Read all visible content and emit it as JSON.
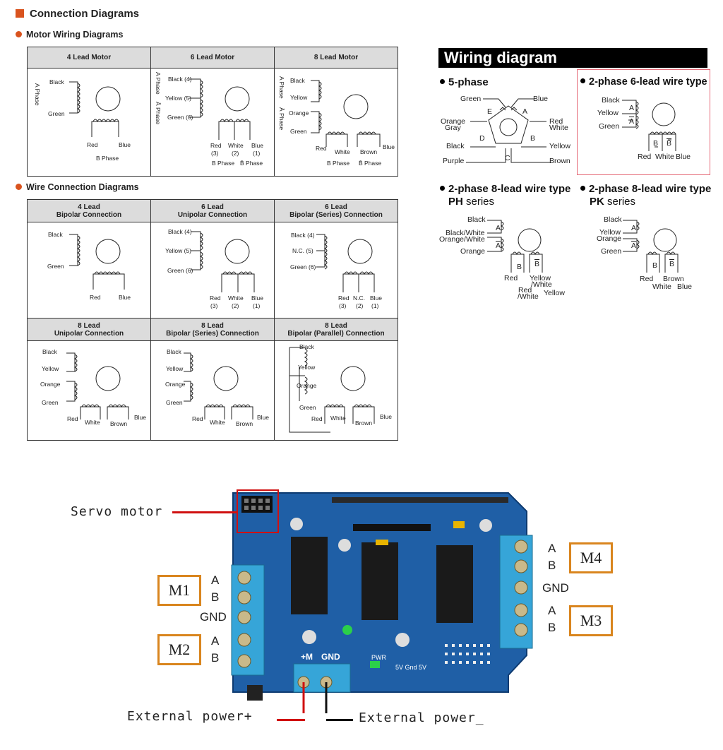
{
  "connection": {
    "title": "Connection Diagrams",
    "motor_wiring_title": "Motor Wiring Diagrams",
    "wire_connection_title": "Wire Connection Diagrams",
    "motor_headers": [
      "4 Lead Motor",
      "6 Lead Motor",
      "8 Lead Motor"
    ],
    "m4": {
      "black": "Black",
      "green": "Green",
      "a_phase": "A Phase",
      "red": "Red",
      "blue": "Blue",
      "b_phase": "B Phase"
    },
    "m6": {
      "black": "Black (4)",
      "yellow": "Yellow (5)",
      "green": "Green (6)",
      "a_phase": "A Phase",
      "abar_phase": "Ā Phase",
      "red": "Red",
      "white": "White",
      "blue": "Blue",
      "n3": "(3)",
      "n2": "(2)",
      "n1": "(1)",
      "b_phase": "B Phase",
      "bbar_phase": "B̄ Phase"
    },
    "m8": {
      "black": "Black",
      "yellow": "Yellow",
      "orange": "Orange",
      "green": "Green",
      "a_phase": "A Phase",
      "abar_phase": "Ā Phase",
      "red": "Red",
      "white": "White",
      "brown": "Brown",
      "blue": "Blue",
      "b_phase": "B Phase",
      "bbar_phase": "B̄ Phase"
    },
    "wire_headers_row1": [
      {
        "l1": "4 Lead",
        "l2": "Bipolar Connection"
      },
      {
        "l1": "6 Lead",
        "l2": "Unipolar Connection"
      },
      {
        "l1": "6 Lead",
        "l2": "Bipolar (Series) Connection"
      }
    ],
    "wire_headers_row2": [
      {
        "l1": "8 Lead",
        "l2": "Unipolar Connection"
      },
      {
        "l1": "8 Lead",
        "l2": "Bipolar (Series) Connection"
      },
      {
        "l1": "8 Lead",
        "l2": "Bipolar (Parallel) Connection"
      }
    ],
    "w1": {
      "black": "Black",
      "green": "Green",
      "red": "Red",
      "blue": "Blue"
    },
    "w2": {
      "black": "Black (4)",
      "yellow": "Yellow (5)",
      "green": "Green (6)",
      "red": "Red",
      "white": "White",
      "blue": "Blue",
      "n3": "(3)",
      "n2": "(2)",
      "n1": "(1)"
    },
    "w3": {
      "black": "Black (4)",
      "nc": "N.C. (5)",
      "green": "Green (6)",
      "red": "Red",
      "nc2": "N.C.",
      "blue": "Blue",
      "n3": "(3)",
      "n2": "(2)",
      "n1": "(1)"
    },
    "w4": {
      "black": "Black",
      "yellow": "Yellow",
      "orange": "Orange",
      "green": "Green",
      "red": "Red",
      "white": "White",
      "brown": "Brown",
      "blue": "Blue"
    },
    "w5": {
      "black": "Black",
      "yellow": "Yellow",
      "orange": "Orange",
      "green": "Green",
      "red": "Red",
      "white": "White",
      "brown": "Brown",
      "blue": "Blue"
    },
    "w6": {
      "black": "Black",
      "yellow": "Yellow",
      "orange": "Orange",
      "green": "Green",
      "red": "Red",
      "white": "White",
      "brown": "Brown",
      "blue": "Blue"
    }
  },
  "wiring": {
    "title": "Wiring diagram",
    "five_phase": {
      "title": "5-phase",
      "green": "Green",
      "blue": "Blue",
      "orange": "Orange",
      "gray": "Gray",
      "red": "Red",
      "white": "White",
      "black": "Black",
      "yellow": "Yellow",
      "purple": "Purple",
      "brown": "Brown",
      "e": "E",
      "a": "A",
      "d": "D",
      "b": "B",
      "c": "C"
    },
    "six_lead": {
      "title": "2-phase 6-lead wire type",
      "black": "Black",
      "yellow": "Yellow",
      "green": "Green",
      "a": "A",
      "abar": "A",
      "b": "B",
      "bbar": "B",
      "red": "Red",
      "white": "White",
      "blue": "Blue"
    },
    "ph": {
      "title": "2-phase 8-lead wire type",
      "series_bold": "PH",
      "series": "series",
      "black": "Black",
      "black_white": "Black/White",
      "orange_white": "Orange/White",
      "orange": "Orange",
      "a": "A",
      "abar": "A",
      "b": "B",
      "bbar": "B",
      "red": "Red",
      "yellow": "Yellow",
      "slash_white": "/White",
      "red2": "Red",
      "slash_white2": "/White",
      "yellow2": "Yellow"
    },
    "pk": {
      "title": "2-phase 8-lead wire type",
      "series_bold": "PK",
      "series": "series",
      "black": "Black",
      "yellow": "Yellow",
      "orange": "Orange",
      "green": "Green",
      "a": "A",
      "abar": "A",
      "b": "B",
      "bbar": "B",
      "red": "Red",
      "brown": "Brown",
      "white": "White",
      "blue": "Blue"
    }
  },
  "board": {
    "servo_motor": "Servo motor",
    "m1": "M1",
    "m2": "M2",
    "m3": "M3",
    "m4": "M4",
    "a": "A",
    "b": "B",
    "gnd": "GND",
    "ext_plus": "External power+",
    "ext_minus": "External power_",
    "pcb_plus_m": "+M",
    "pcb_gnd": "GND",
    "pcb_pwr": "PWR",
    "pcb_5v": "5V Gnd 5V",
    "colors": {
      "pcb": "#1f5fa6",
      "terminal": "#36a5d8",
      "chip": "#1a1a1a",
      "callout_border": "#d9851e",
      "wire_red": "#d01010"
    }
  }
}
